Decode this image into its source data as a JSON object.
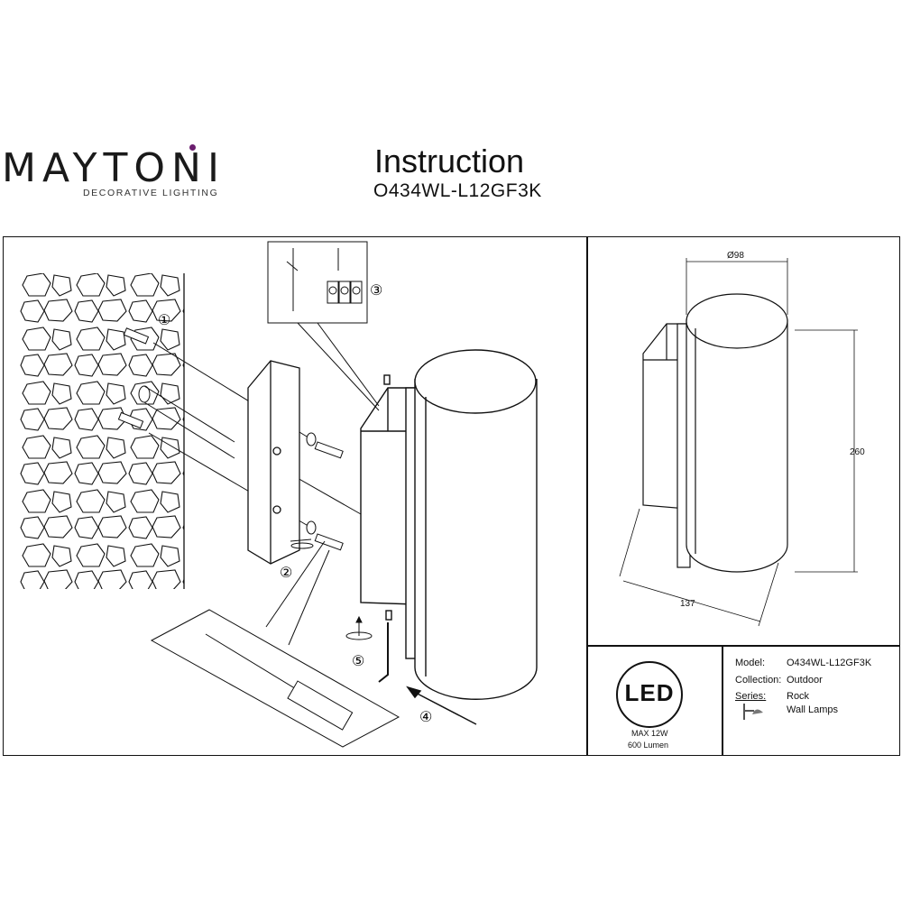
{
  "brand": {
    "name": "MAYTONI",
    "tagline": "DECORATIVE LIGHTING",
    "accent_color": "#6b1d6e"
  },
  "header": {
    "title": "Instruction",
    "model_code": "O434WL-L12GF3K"
  },
  "steps": [
    "①",
    "②",
    "③",
    "④",
    "⑤"
  ],
  "dimensions": {
    "diameter": "Ø98",
    "height": "260",
    "depth": "137"
  },
  "led_badge": {
    "label": "LED",
    "power": "MAX 12W",
    "lumen": "600 Lumen"
  },
  "specs": {
    "model_label": "Model:",
    "model_value": "O434WL-L12GF3K",
    "collection_label": "Collection:",
    "collection_value": "Outdoor",
    "series_label": "Series:",
    "series_value": "Rock",
    "type_value": "Wall Lamps"
  },
  "icons": [
    "wall-lamp-icon",
    "screwdriver-icon",
    "hex-key-icon",
    "rotate-arrow-icon"
  ]
}
